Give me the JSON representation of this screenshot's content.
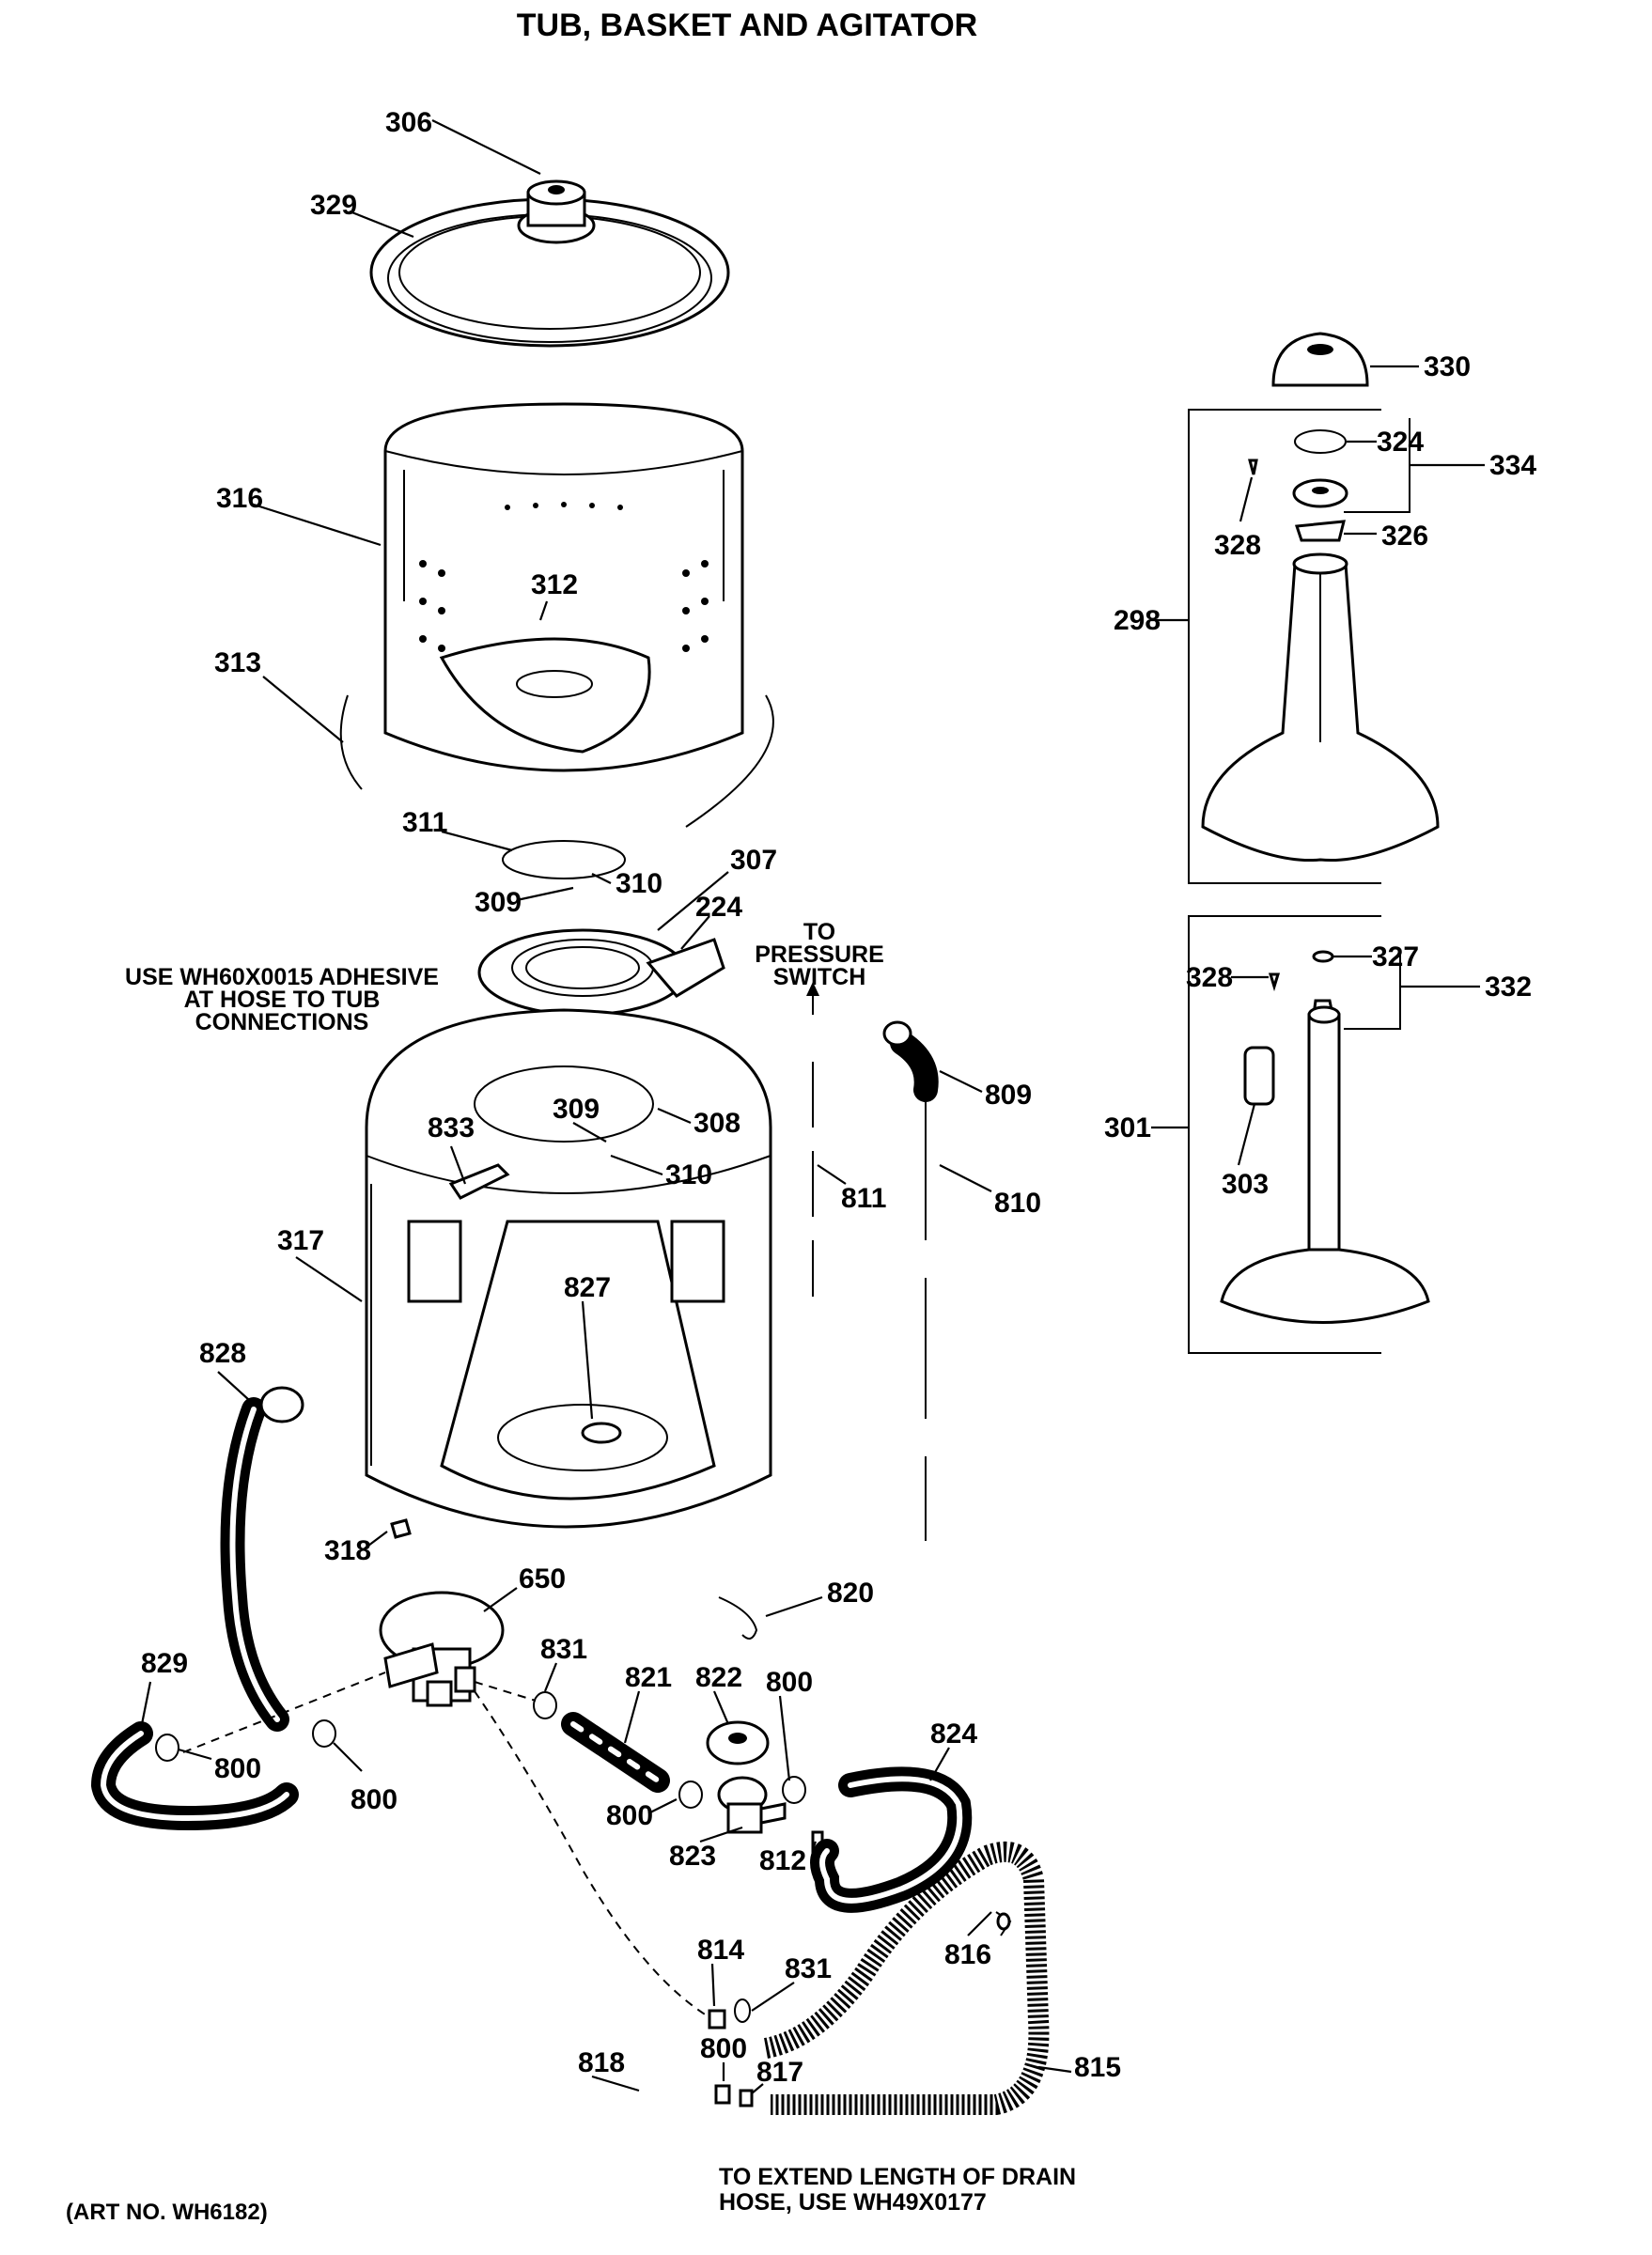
{
  "title": "TUB, BASKET AND AGITATOR",
  "art_number": "(ART NO. WH6182)",
  "notes": {
    "adhesive": [
      "USE WH60X0015 ADHESIVE",
      "AT HOSE TO TUB",
      "CONNECTIONS"
    ],
    "pressure_switch": [
      "TO",
      "PRESSURE",
      "SWITCH"
    ],
    "drain_hose": [
      "TO EXTEND LENGTH OF DRAIN",
      "HOSE, USE WH49X0177"
    ]
  },
  "callouts": {
    "c306": "306",
    "c329": "329",
    "c316": "316",
    "c312": "312",
    "c313": "313",
    "c311": "311",
    "c310a": "310",
    "c309a": "309",
    "c307": "307",
    "c224": "224",
    "c833": "833",
    "c309b": "309",
    "c308": "308",
    "c310b": "310",
    "c317": "317",
    "c827": "827",
    "c828": "828",
    "c318": "318",
    "c650": "650",
    "c829": "829",
    "c800a": "800",
    "c800b": "800",
    "c831a": "831",
    "c821": "821",
    "c822": "822",
    "c800c": "800",
    "c800d": "800",
    "c823": "823",
    "c812": "812",
    "c824": "824",
    "c820": "820",
    "c811": "811",
    "c809": "809",
    "c810": "810",
    "c814": "814",
    "c831b": "831",
    "c816": "816",
    "c815": "815",
    "c818": "818",
    "c800e": "800",
    "c817": "817",
    "c330": "330",
    "c324": "324",
    "c334": "334",
    "c328a": "328",
    "c326": "326",
    "c298": "298",
    "c327": "327",
    "c328b": "328",
    "c332": "332",
    "c301": "301",
    "c303": "303"
  }
}
